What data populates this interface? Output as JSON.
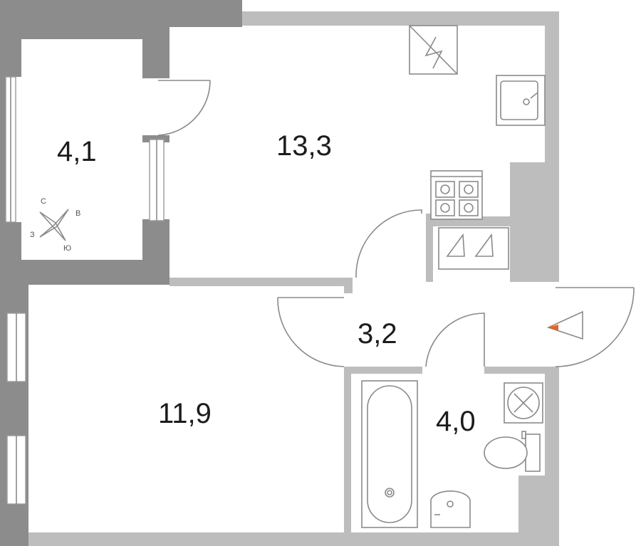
{
  "rooms": {
    "balcony": {
      "area": "4,1"
    },
    "kitchen_living": {
      "area": "13,3"
    },
    "hall": {
      "area": "3,2"
    },
    "bathroom": {
      "area": "4,0"
    },
    "bedroom": {
      "area": "11,9"
    }
  },
  "compass": {
    "north": "С",
    "east": "В",
    "south": "Ю",
    "west": "З"
  },
  "colors": {
    "wall": "#8c8c8c",
    "partition": "#bdbdbd",
    "entrance_marker": "#e8641e"
  },
  "icons": [
    "electrical-panel-icon",
    "sink-icon",
    "stove-icon",
    "wardrobe-icon",
    "bathtub-icon",
    "toilet-icon",
    "washbasin-icon",
    "ventilation-icon",
    "entrance-arrow-icon",
    "compass-icon"
  ]
}
